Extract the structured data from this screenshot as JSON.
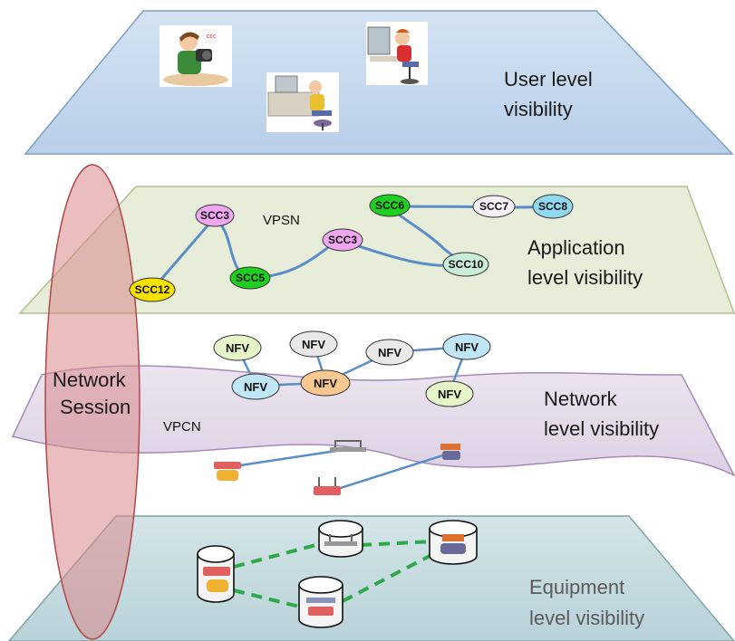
{
  "layers": {
    "user": {
      "line1": "User level",
      "line2": "visibility"
    },
    "application": {
      "line1": "Application",
      "line2": "level visibility",
      "overlay": "VPSN"
    },
    "network": {
      "line1": "Network",
      "line2": "level visibility",
      "overlay": "VPCN"
    },
    "equipment": {
      "line1": "Equipment",
      "line2": "level visibility"
    }
  },
  "session": {
    "line1": "Network",
    "line2": "Session"
  },
  "scc_nodes": [
    {
      "label": "SCC12",
      "color": "#f5e100"
    },
    {
      "label": "SCC3",
      "color": "#f0a6f0"
    },
    {
      "label": "SCC5",
      "color": "#1fcf1f"
    },
    {
      "label": "SCC3",
      "color": "#f0a6f0"
    },
    {
      "label": "SCC6",
      "color": "#1fcf1f"
    },
    {
      "label": "SCC10",
      "color": "#c8ecd8"
    },
    {
      "label": "SCC7",
      "color": "#f8eef8"
    },
    {
      "label": "SCC8",
      "color": "#8fd8ee"
    }
  ],
  "nfv_nodes": [
    {
      "label": "NFV",
      "color": "#e6f5c8"
    },
    {
      "label": "NFV",
      "color": "#e8e8e8"
    },
    {
      "label": "NFV",
      "color": "#e8e8e8"
    },
    {
      "label": "NFV",
      "color": "#bfe6f5"
    },
    {
      "label": "NFV",
      "color": "#bfe6f5"
    },
    {
      "label": "NFV",
      "color": "#f8c890"
    },
    {
      "label": "NFV",
      "color": "#e6f5c8"
    }
  ],
  "colors": {
    "user_plane": "#c6d9ee",
    "app_plane": "#e6edd8",
    "net_plane": "#e8e0ec",
    "eq_plane": "#c6dbe0",
    "session_ellipse": "#d9898a",
    "link": "#5b8ec7",
    "equipment_link": "#2ea84a"
  },
  "icons": {
    "user_clipart": [
      "person-with-camera-icon",
      "person-at-computer-icon",
      "person-typing-icon"
    ],
    "equipment": [
      "router-icon",
      "switch-icon",
      "firewall-icon",
      "storage-icon"
    ]
  }
}
